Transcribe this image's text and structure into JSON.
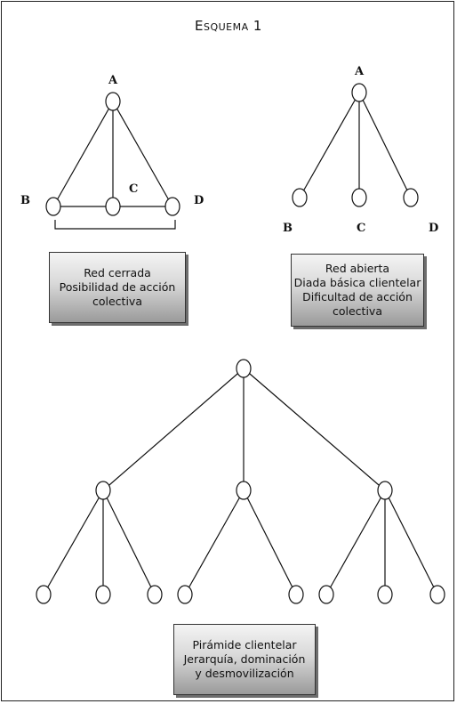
{
  "title": "Esquema 1",
  "closed_network": {
    "labels": {
      "a": "A",
      "b": "B",
      "c": "C",
      "d": "D"
    },
    "caption": [
      "Red cerrada",
      "Posibilidad de acción",
      "colectiva"
    ]
  },
  "open_network": {
    "labels": {
      "a": "A",
      "b": "B",
      "c": "C",
      "d": "D"
    },
    "caption": [
      "Red abierta",
      "Diada básica clientelar",
      "Dificultad de acción",
      "colectiva"
    ]
  },
  "pyramid": {
    "caption": [
      "Pirámide clientelar",
      "Jerarquía, dominación",
      "y desmovilización"
    ]
  }
}
